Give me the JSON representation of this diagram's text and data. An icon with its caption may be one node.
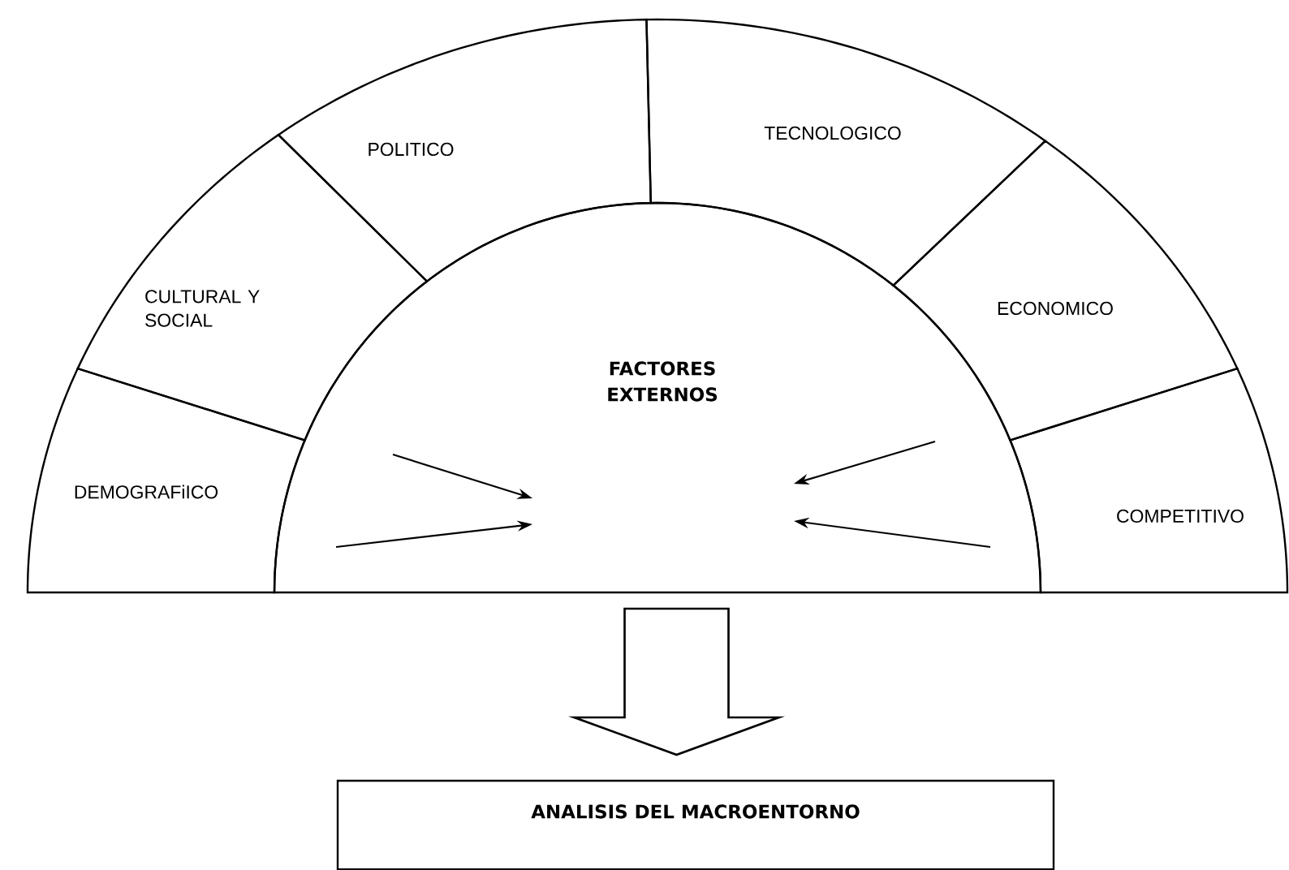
{
  "diagram": {
    "nodes": [
      {
        "text": [
          "DEMOGRAFiICO"
        ]
      },
      {
        "text": [
          "CULTURAL Y SOCIAL"
        ]
      },
      {
        "text": [
          "POLITICO"
        ]
      },
      {
        "text": [
          "TECNOLOGICO"
        ]
      },
      {
        "text": [
          "ECONOMICO"
        ]
      },
      {
        "text": [
          "COMPETITIVO"
        ]
      },
      {
        "text": [
          "FACTORES EXTERNOS"
        ]
      },
      {
        "text": [
          "ANALISIS DEL MACROENTORNO"
        ]
      }
    ],
    "edges": [
      {
        "from": 6,
        "to": 7,
        "arrow": "to"
      }
    ]
  }
}
